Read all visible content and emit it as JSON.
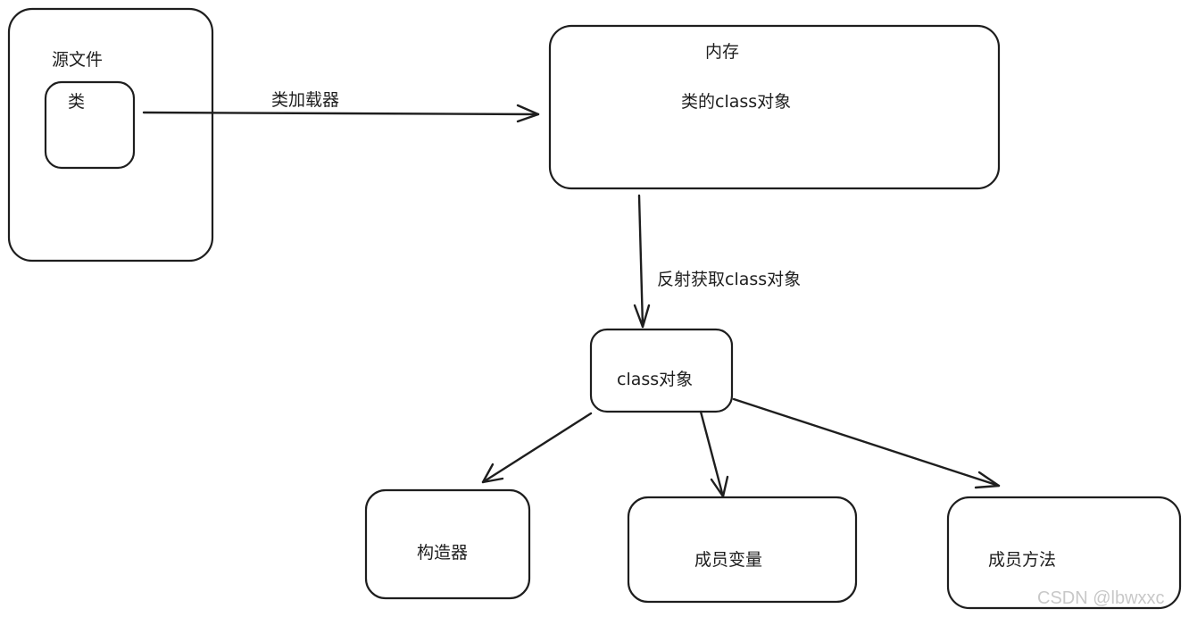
{
  "nodes": {
    "source_file": "源文件",
    "class_inner": "类",
    "memory": "内存",
    "class_object_in_memory": "类的class对象",
    "class_object": "class对象",
    "constructor": "构造器",
    "member_variable": "成员变量",
    "member_method": "成员方法"
  },
  "edges": {
    "class_loader": "类加载器",
    "reflection": "反射获取class对象"
  },
  "watermark": "CSDN @lbwxxc"
}
